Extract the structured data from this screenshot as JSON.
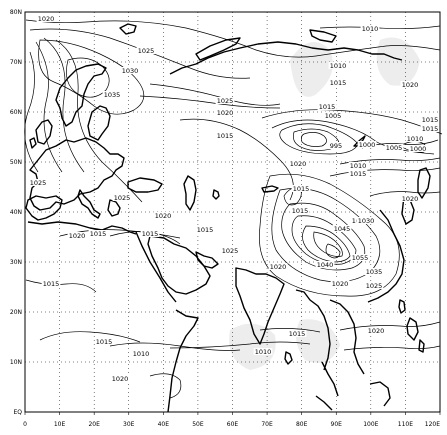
{
  "map": {
    "lat_labels": [
      "80N",
      "70N",
      "60N",
      "50N",
      "40N",
      "30N",
      "20N",
      "10N",
      "EQ"
    ],
    "lon_labels": [
      "0",
      "10E",
      "20E",
      "30E",
      "40E",
      "50E",
      "60E",
      "70E",
      "80E",
      "90E",
      "100E",
      "110E",
      "120E"
    ],
    "contour_labels": [
      {
        "text": "1020"
      },
      {
        "text": "1010"
      },
      {
        "text": "1025"
      },
      {
        "text": "1030"
      },
      {
        "text": "1035"
      },
      {
        "text": "1010"
      },
      {
        "text": "1015"
      },
      {
        "text": "1020"
      },
      {
        "text": "1025"
      },
      {
        "text": "1020"
      },
      {
        "text": "1015"
      },
      {
        "text": "1015"
      },
      {
        "text": "1005"
      },
      {
        "text": "995"
      },
      {
        "text": "1000"
      },
      {
        "text": "1005"
      },
      {
        "text": "1000"
      },
      {
        "text": "1010"
      },
      {
        "text": "1015"
      },
      {
        "text": "1015"
      },
      {
        "text": "1015"
      },
      {
        "text": "1020"
      },
      {
        "text": "1030"
      },
      {
        "text": "1025"
      },
      {
        "text": "1025"
      },
      {
        "text": "1020"
      },
      {
        "text": "1020"
      },
      {
        "text": "1015"
      },
      {
        "text": "1015"
      },
      {
        "text": "1015"
      },
      {
        "text": "1020"
      },
      {
        "text": "1030"
      },
      {
        "text": "1045"
      },
      {
        "text": "1055"
      },
      {
        "text": "1040"
      },
      {
        "text": "1035"
      },
      {
        "text": "1025"
      },
      {
        "text": "1020"
      },
      {
        "text": "1015"
      },
      {
        "text": "1015"
      },
      {
        "text": "1010"
      },
      {
        "text": "1015"
      },
      {
        "text": "1010"
      },
      {
        "text": "1015"
      },
      {
        "text": "1020"
      },
      {
        "text": "1015"
      },
      {
        "text": "1010"
      },
      {
        "text": "1025"
      },
      {
        "text": "1020"
      },
      {
        "text": "1020"
      }
    ]
  }
}
